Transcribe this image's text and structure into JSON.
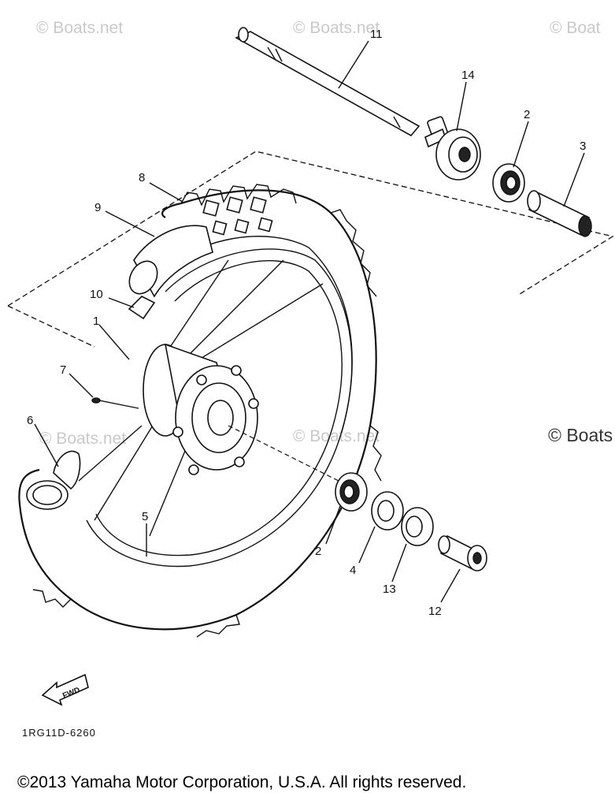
{
  "watermarks": [
    "© Boats.net",
    "© Boats.net",
    "© Boat",
    "© Boats",
    "© Boats.net",
    "© Boats.net"
  ],
  "callouts": {
    "axle": "11",
    "speedometer_gear": "14",
    "bearing_top": "2",
    "spacer_top": "3",
    "tire": "8",
    "tube": "9",
    "rim_band": "10",
    "hub": "1",
    "spoke_nipple": "7",
    "valve_cap": "6",
    "rim": "5",
    "bearing_bottom": "2",
    "oil_seal": "4",
    "spacer_flange": "13",
    "collar": "12"
  },
  "fwd_label": "FWD",
  "diagram_code": "1RG11D-6260",
  "copyright": "©2013 Yamaha Motor Corporation, U.S.A. All rights reserved."
}
